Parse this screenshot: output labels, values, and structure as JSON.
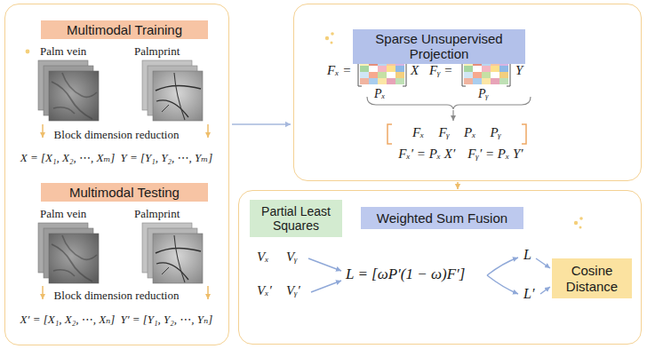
{
  "diagram": {
    "nodes": [
      {
        "text": [
          "Palm vein",
          "Palmprint",
          "Block dimension reduction",
          "X = [X₁, X₂, ⋯, Xₘ]",
          "Y = [Y₁, Y₂, ⋯, Yₘ]",
          "Palm vein",
          "Palmprint",
          "Block dimension reduction",
          "X′ = [X₁, X₂, ⋯, Xₙ]",
          "Y′ = [Y₁, Y₂, ⋯, Yₙ]"
        ]
      },
      {
        "text": [
          "Multimodal Training"
        ],
        "in": 0
      },
      {
        "text": [
          "Multimodal Testing"
        ],
        "in": 0
      },
      {
        "text": [
          "Fₓ =",
          "X",
          "Pₓ",
          "Fᵧ =",
          "Y",
          "Pᵧ",
          "Fₓ",
          "Fᵧ",
          "Pₓ",
          "Pᵧ",
          "Fₓ′ = Pₓ X′",
          "Fᵧ′ = Pₓ Y′"
        ]
      },
      {
        "text": [
          "Sparse Unsupervised Projection"
        ],
        "in": 3
      },
      {
        "text": [
          "Vₓ",
          "Vᵧ",
          "Vₓ′",
          "Vᵧ′",
          "L = [ωP′(1 − ω)F′]",
          "L",
          "L′"
        ]
      },
      {
        "text": [
          "Partial Least Squares"
        ],
        "in": 5
      },
      {
        "text": [
          "Weighted Sum Fusion"
        ],
        "in": 5
      },
      {
        "text": [
          "Cosine Distance"
        ],
        "in": 5
      }
    ],
    "edges": [
      {
        "from": 0,
        "to": 3,
        "arrow": "to"
      },
      {
        "from": 3,
        "to": 5,
        "arrow": "to"
      }
    ]
  }
}
